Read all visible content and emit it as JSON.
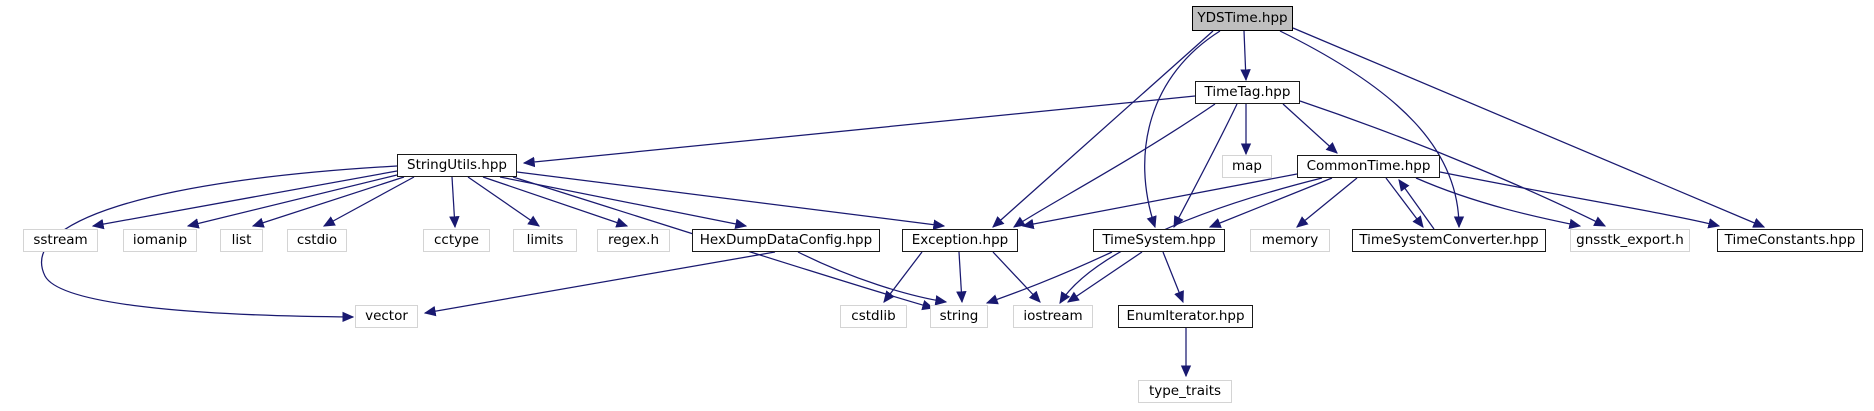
{
  "diagram": {
    "kind": "include-dependency-graph",
    "root_label": "YDSTime.hpp",
    "colors": {
      "edge": "#191970",
      "root_fill": "#bfbfbf",
      "linked_border": "#1a1a1a",
      "external_border": "#d4d4d4",
      "background": "#ffffff",
      "text": "#000000"
    },
    "nodes": [
      {
        "id": "ydstime",
        "label": "YDSTime.hpp",
        "kind": "root"
      },
      {
        "id": "timetag",
        "label": "TimeTag.hpp",
        "kind": "linked"
      },
      {
        "id": "stringutils",
        "label": "StringUtils.hpp",
        "kind": "linked"
      },
      {
        "id": "map",
        "label": "map",
        "kind": "external"
      },
      {
        "id": "commontime",
        "label": "CommonTime.hpp",
        "kind": "linked"
      },
      {
        "id": "sstream",
        "label": "sstream",
        "kind": "external"
      },
      {
        "id": "iomanip",
        "label": "iomanip",
        "kind": "external"
      },
      {
        "id": "list",
        "label": "list",
        "kind": "external"
      },
      {
        "id": "cstdio",
        "label": "cstdio",
        "kind": "external"
      },
      {
        "id": "cctype",
        "label": "cctype",
        "kind": "external"
      },
      {
        "id": "limits",
        "label": "limits",
        "kind": "external"
      },
      {
        "id": "regexh",
        "label": "regex.h",
        "kind": "external"
      },
      {
        "id": "hexdump",
        "label": "HexDumpDataConfig.hpp",
        "kind": "linked"
      },
      {
        "id": "exception",
        "label": "Exception.hpp",
        "kind": "linked"
      },
      {
        "id": "timesystem",
        "label": "TimeSystem.hpp",
        "kind": "linked"
      },
      {
        "id": "memory",
        "label": "memory",
        "kind": "external"
      },
      {
        "id": "tsc",
        "label": "TimeSystemConverter.hpp",
        "kind": "linked"
      },
      {
        "id": "gnsstkexport",
        "label": "gnsstk_export.h",
        "kind": "external"
      },
      {
        "id": "timeconstants",
        "label": "TimeConstants.hpp",
        "kind": "linked"
      },
      {
        "id": "vector",
        "label": "vector",
        "kind": "external"
      },
      {
        "id": "cstdlib",
        "label": "cstdlib",
        "kind": "external"
      },
      {
        "id": "string",
        "label": "string",
        "kind": "external"
      },
      {
        "id": "iostream",
        "label": "iostream",
        "kind": "external"
      },
      {
        "id": "enumiterator",
        "label": "EnumIterator.hpp",
        "kind": "linked"
      },
      {
        "id": "typetraits",
        "label": "type_traits",
        "kind": "external"
      }
    ],
    "edges": [
      {
        "from": "ydstime",
        "to": "timetag"
      },
      {
        "from": "ydstime",
        "to": "exception"
      },
      {
        "from": "ydstime",
        "to": "timesystem"
      },
      {
        "from": "ydstime",
        "to": "tsc"
      },
      {
        "from": "ydstime",
        "to": "timeconstants"
      },
      {
        "from": "timetag",
        "to": "stringutils"
      },
      {
        "from": "timetag",
        "to": "map"
      },
      {
        "from": "timetag",
        "to": "commontime"
      },
      {
        "from": "timetag",
        "to": "timesystem"
      },
      {
        "from": "timetag",
        "to": "exception"
      },
      {
        "from": "timetag",
        "to": "gnsstkexport"
      },
      {
        "from": "commontime",
        "to": "exception"
      },
      {
        "from": "commontime",
        "to": "timesystem"
      },
      {
        "from": "commontime",
        "to": "memory"
      },
      {
        "from": "commontime",
        "to": "tsc"
      },
      {
        "from": "tsc",
        "to": "commontime"
      },
      {
        "from": "commontime",
        "to": "gnsstkexport"
      },
      {
        "from": "commontime",
        "to": "timeconstants"
      },
      {
        "from": "commontime",
        "to": "iostream"
      },
      {
        "from": "stringutils",
        "to": "sstream"
      },
      {
        "from": "stringutils",
        "to": "iomanip"
      },
      {
        "from": "stringutils",
        "to": "list"
      },
      {
        "from": "stringutils",
        "to": "cstdio"
      },
      {
        "from": "stringutils",
        "to": "cctype"
      },
      {
        "from": "stringutils",
        "to": "limits"
      },
      {
        "from": "stringutils",
        "to": "regexh"
      },
      {
        "from": "stringutils",
        "to": "hexdump"
      },
      {
        "from": "stringutils",
        "to": "exception"
      },
      {
        "from": "stringutils",
        "to": "vector"
      },
      {
        "from": "stringutils",
        "to": "string"
      },
      {
        "from": "hexdump",
        "to": "vector"
      },
      {
        "from": "hexdump",
        "to": "string"
      },
      {
        "from": "exception",
        "to": "cstdlib"
      },
      {
        "from": "exception",
        "to": "string"
      },
      {
        "from": "exception",
        "to": "iostream"
      },
      {
        "from": "timesystem",
        "to": "enumiterator"
      },
      {
        "from": "timesystem",
        "to": "iostream"
      },
      {
        "from": "timesystem",
        "to": "string"
      },
      {
        "from": "enumiterator",
        "to": "typetraits"
      }
    ]
  }
}
